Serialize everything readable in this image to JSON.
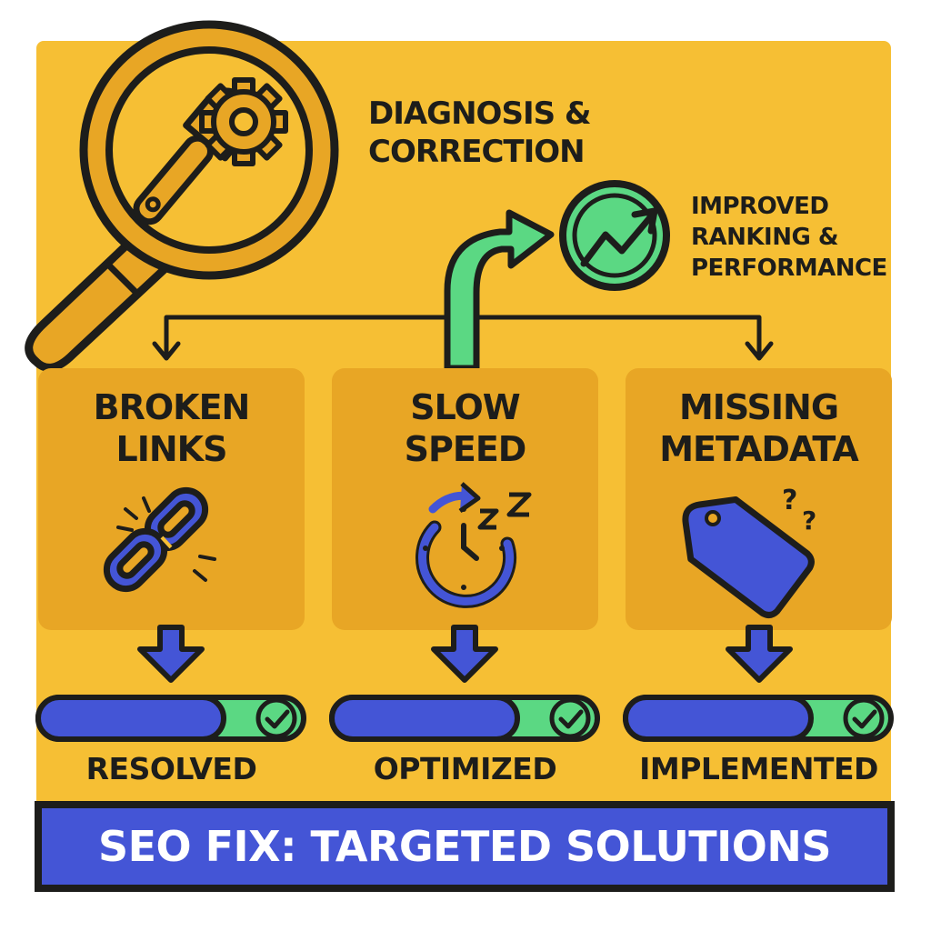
{
  "header": {
    "diagnosis_line1": "DIAGNOSIS &",
    "diagnosis_line2": "CORRECTION",
    "outcome_line1": "IMPROVED",
    "outcome_line2": "RANKING &",
    "outcome_line3": "PERFORMANCE"
  },
  "issues": [
    {
      "title_line1": "BROKEN",
      "title_line2": "LINKS",
      "icon": "broken-chain-icon",
      "status": "RESOLVED",
      "progress": 0.7
    },
    {
      "title_line1": "SLOW",
      "title_line2": "SPEED",
      "icon": "sleeping-clock-icon",
      "status": "OPTIMIZED",
      "progress": 0.7
    },
    {
      "title_line1": "MISSING",
      "title_line2": "METADATA",
      "icon": "price-tag-question-icon",
      "status": "IMPLEMENTED",
      "progress": 0.7
    }
  ],
  "banner": {
    "text": "SEO FIX: TARGETED SOLUTIONS"
  },
  "colors": {
    "background": "#f6bf34",
    "card": "#e8a625",
    "outline": "#1d1d1b",
    "blue": "#4455d6",
    "green": "#5bd883",
    "white": "#ffffff"
  }
}
